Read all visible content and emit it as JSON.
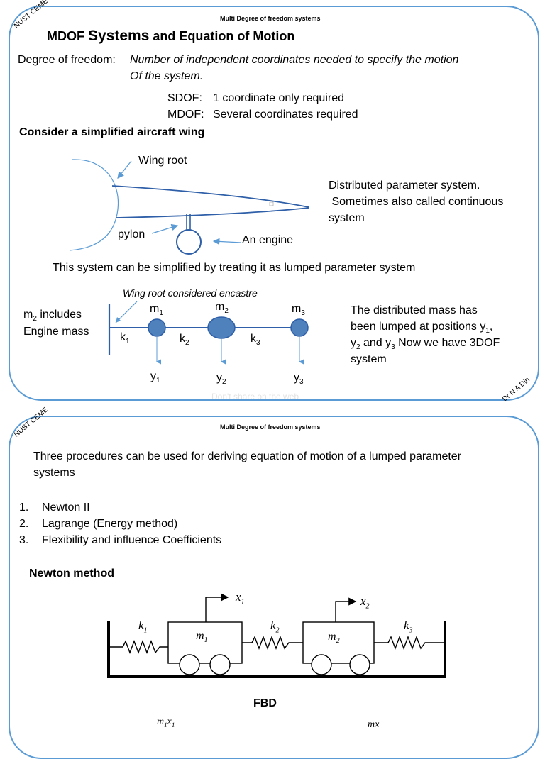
{
  "slide1": {
    "header": "Multi Degree of freedom systems",
    "corner_top": "NUST CEME",
    "corner_bottom": "Dr N A Din",
    "title_mdof": "MDOF",
    "title_systems": "Systems",
    "title_rest": "and Equation of Motion",
    "dof_label": "Degree of freedom:",
    "dof_def_line1": "Number of independent  coordinates needed to specify the motion",
    "dof_def_line2": "Of the system.",
    "sdof_label": "SDOF:",
    "sdof_text": "1 coordinate only required",
    "mdof_label": "MDOF:",
    "mdof_text": "Several coordinates required",
    "consider": "Consider a simplified aircraft wing",
    "wing_root": "Wing root",
    "pylon": "pylon",
    "engine": "An engine",
    "distributed_line1": "Distributed parameter system.",
    "distributed_line2": " Sometimes also called continuous",
    "distributed_line3": "system",
    "simplified_pre": "This system can be simplified by treating it as ",
    "simplified_ul": "lumped parameter ",
    "simplified_post": "system",
    "encastre": "Wing root considered encastre",
    "m2_includes_a": "m",
    "m2_includes_sub": "2",
    "m2_includes_b": " includes",
    "engine_mass": "Engine mass",
    "lumped_line1": "The distributed mass has",
    "lumped_line2_a": "been lumped at positions y",
    "lumped_line2_sub": "1",
    "lumped_line2_b": ",",
    "lumped_line3_a": "y",
    "lumped_line3_sub1": "2",
    "lumped_line3_b": " and y",
    "lumped_line3_sub2": "3",
    "lumped_line3_c": " Now we have 3DOF",
    "lumped_line4": "system",
    "watermark": "Don't share on the web",
    "lumped_model": {
      "masses": [
        {
          "label": "m",
          "sub": "1",
          "y_label": "y",
          "y_sub": "1"
        },
        {
          "label": "m",
          "sub": "2",
          "y_label": "y",
          "y_sub": "2"
        },
        {
          "label": "m",
          "sub": "3",
          "y_label": "y",
          "y_sub": "3"
        }
      ],
      "springs": [
        {
          "label": "k",
          "sub": "1"
        },
        {
          "label": "k",
          "sub": "2"
        },
        {
          "label": "k",
          "sub": "3"
        }
      ]
    }
  },
  "slide2": {
    "header": "Multi Degree of freedom systems",
    "corner_top": "NUST CEME",
    "intro_line1": "Three procedures can be used for deriving equation of motion of a lumped parameter",
    "intro_line2": "systems",
    "procedures": [
      {
        "num": "1.",
        "text": "Newton II"
      },
      {
        "num": "2.",
        "text": "Lagrange (Energy method)"
      },
      {
        "num": "3.",
        "text": "Flexibility and influence Coefficients"
      }
    ],
    "newton_heading": "Newton method",
    "fbd": "FBD",
    "diagram": {
      "k1": "k",
      "k1_sub": "1",
      "k2": "k",
      "k2_sub": "2",
      "k3": "k",
      "k3_sub": "3",
      "m1": "m",
      "m1_sub": "1",
      "m2": "m",
      "m2_sub": "2",
      "x1": "x",
      "x1_sub": "1",
      "x2": "x",
      "x2_sub": "2"
    },
    "fbd_m1": "m",
    "fbd_m1_sub": "1",
    "fbd_m1_x": "x",
    "fbd_m1_x_sub": "1",
    "fbd_m2": "m",
    "fbd_m2_x": "x"
  }
}
